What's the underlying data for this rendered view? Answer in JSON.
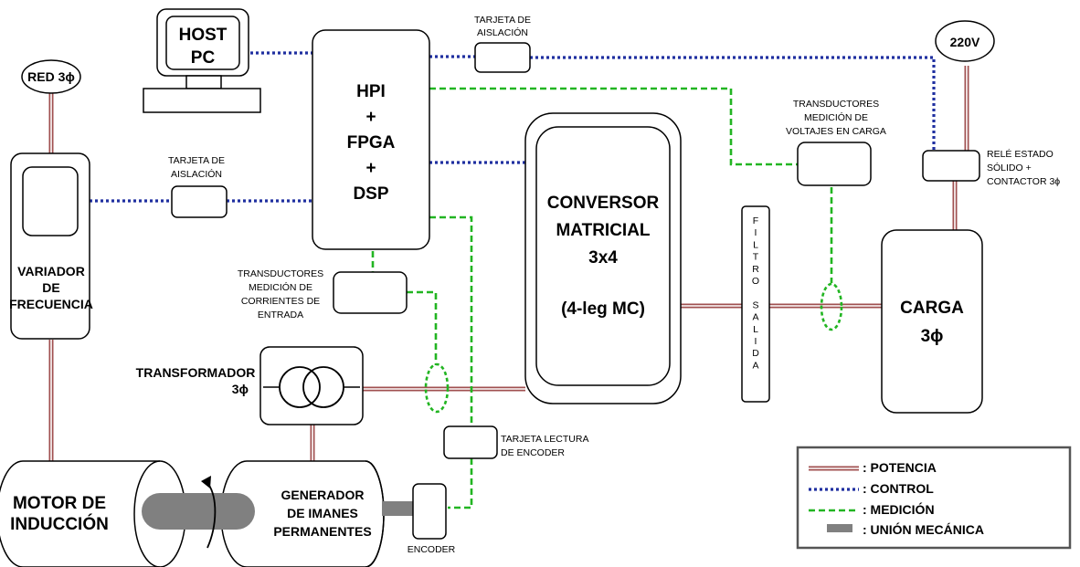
{
  "labels": {
    "red": "RED 3ϕ",
    "v220": "220V",
    "host_line1": "HOST",
    "host_line2": "PC",
    "hpi": [
      "HPI",
      "+",
      "FPGA",
      "+",
      "DSP"
    ],
    "variador": [
      "VARIADOR",
      "DE",
      "FRECUENCIA"
    ],
    "tarjeta_aislacion_left": [
      "TARJETA DE",
      "AISLACIÓN"
    ],
    "tarjeta_aislacion_top": [
      "TARJETA DE",
      "AISLACIÓN"
    ],
    "conversor": [
      "CONVERSOR",
      "MATRICIAL",
      "3x4",
      "(4-leg MC)"
    ],
    "filtro_salida": "FILTRO SALIDA",
    "trans_voltajes": [
      "TRANSDUCTORES",
      "MEDICIÓN DE",
      "VOLTAJES EN CARGA"
    ],
    "rele": [
      "RELÉ ESTADO",
      "SÓLIDO +",
      "CONTACTOR 3ϕ"
    ],
    "carga": [
      "CARGA",
      "3ϕ"
    ],
    "trans_corrientes": [
      "TRANSDUCTORES",
      "MEDICIÓN DE",
      "CORRIENTES DE",
      "ENTRADA"
    ],
    "transformador": [
      "TRANSFORMADOR",
      "3ϕ"
    ],
    "tarjeta_encoder": [
      "TARJETA LECTURA",
      "DE ENCODER"
    ],
    "motor": [
      "MOTOR DE",
      "INDUCCIÓN"
    ],
    "generador": [
      "GENERADOR",
      "DE IMANES",
      "PERMANENTES"
    ],
    "encoder": "ENCODER"
  },
  "legend": {
    "potencia": ": POTENCIA",
    "control": ": CONTROL",
    "medicion": ": MEDICIÓN",
    "union": ": UNIÓN MECÁNICA"
  },
  "colors": {
    "potencia": "#a05050",
    "control": "#1f2fa0",
    "medicion": "#22b522",
    "union": "#808080"
  }
}
